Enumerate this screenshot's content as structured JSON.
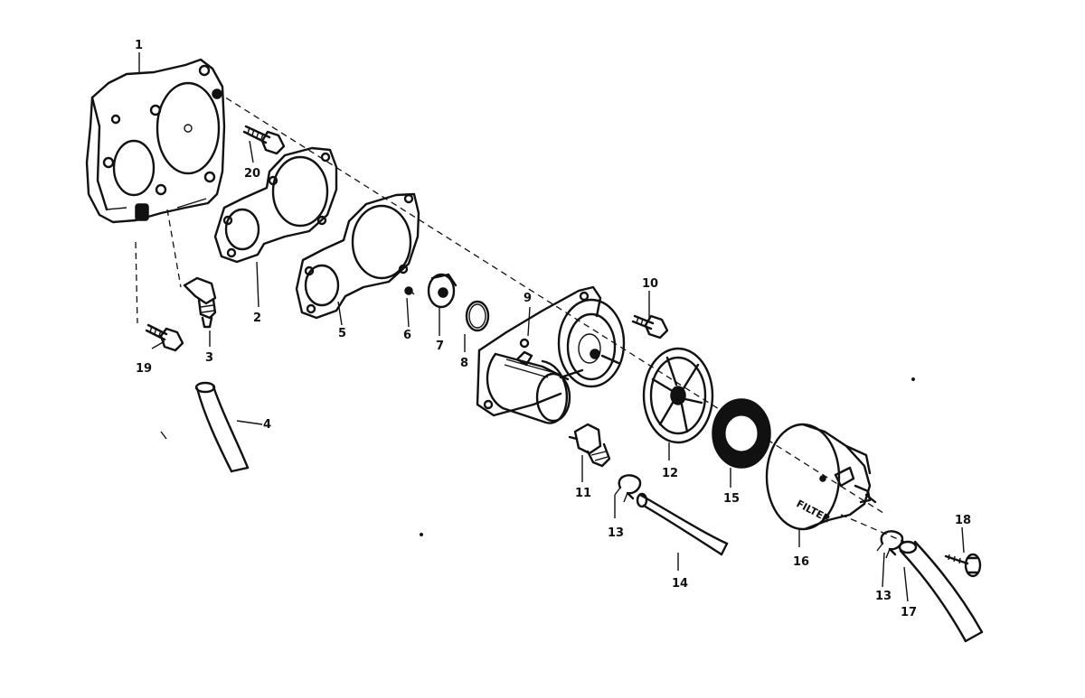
{
  "callouts": {
    "c1": "1",
    "c2": "2",
    "c3": "3",
    "c4": "4",
    "c5": "5",
    "c6": "6",
    "c7": "7",
    "c8": "8",
    "c9": "9",
    "c10": "10",
    "c11": "11",
    "c12": "12",
    "c13a": "13",
    "c13b": "13",
    "c14": "14",
    "c15": "15",
    "c16": "16",
    "c17": "17",
    "c18": "18",
    "c19": "19",
    "c20": "20"
  },
  "filter_label": "FILTER"
}
